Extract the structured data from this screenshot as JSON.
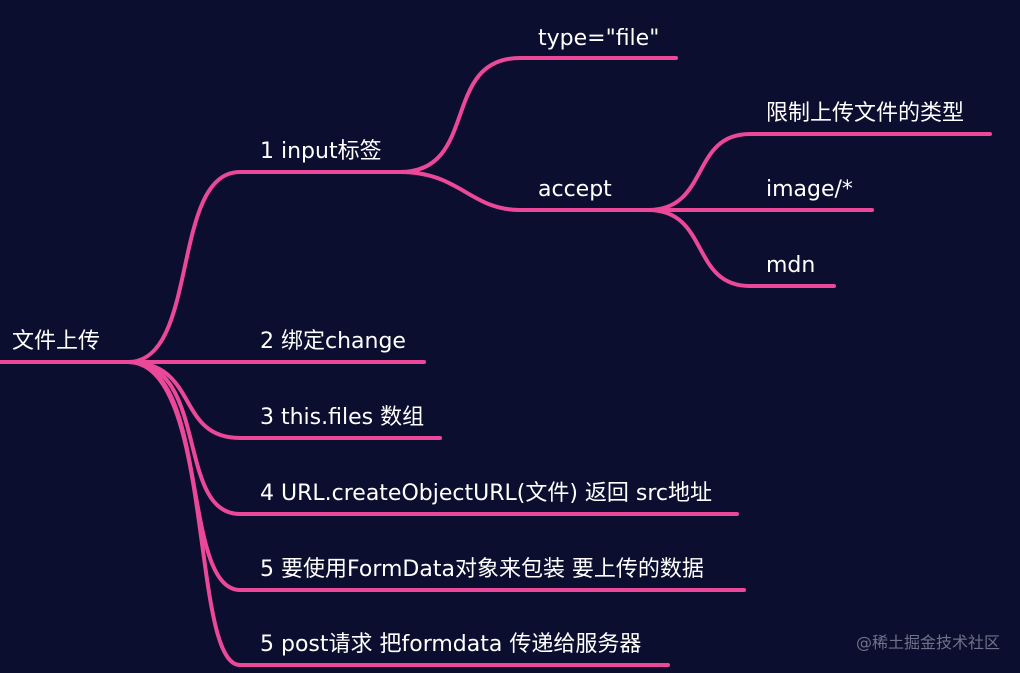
{
  "root": {
    "label": "文件上传"
  },
  "branches": [
    {
      "label": "1 input标签",
      "children": [
        {
          "label": "type=\"file\""
        },
        {
          "label": "accept",
          "children": [
            {
              "label": "限制上传文件的类型"
            },
            {
              "label": "image/*"
            },
            {
              "label": "mdn"
            }
          ]
        }
      ]
    },
    {
      "label": "2 绑定change"
    },
    {
      "label": "3 this.files 数组"
    },
    {
      "label": "4 URL.createObjectURL(文件)  返回 src地址"
    },
    {
      "label": "5 要使用FormData对象来包装 要上传的数据"
    },
    {
      "label": "5 post请求 把formdata 传递给服务器"
    }
  ],
  "watermark": "@稀土掘金技术社区",
  "colors": {
    "background": "#0b0e2e",
    "connector": "#ec4899",
    "text": "#ffffff"
  }
}
